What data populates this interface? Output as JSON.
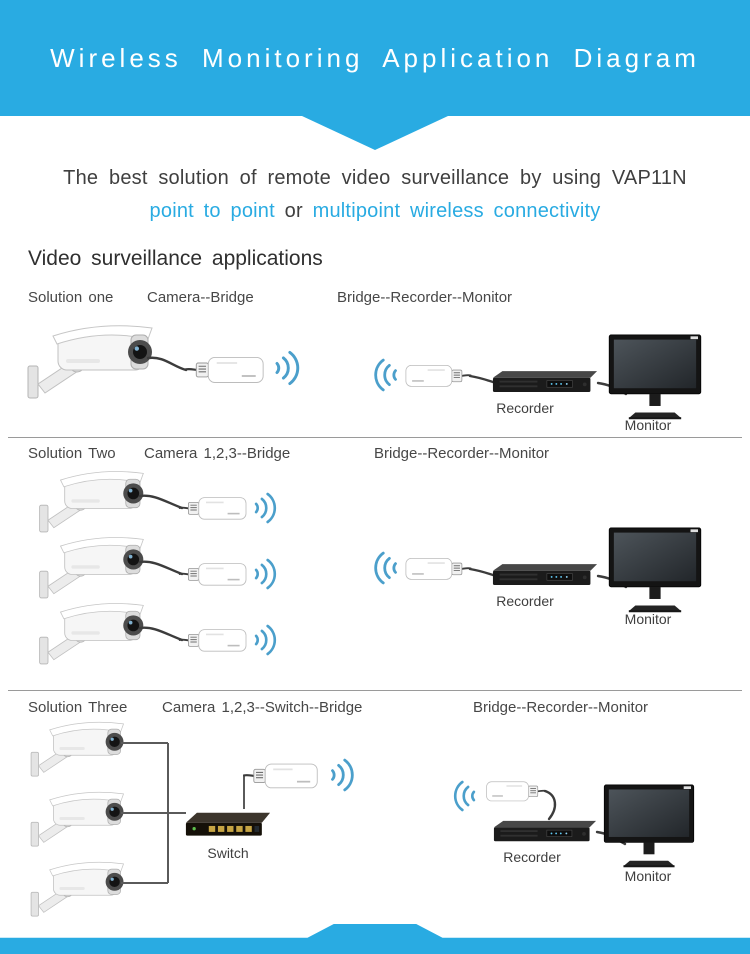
{
  "header": {
    "title": "Wireless Monitoring Application Diagram"
  },
  "intro": {
    "line1": "The best solution of remote video surveillance by using VAP11N",
    "highlight1": "point to point",
    "conjunction": "or",
    "highlight2": "multipoint wireless connectivity"
  },
  "section_title": "Video surveillance applications",
  "solutions": [
    {
      "name": "Solution one",
      "left_label": "Camera--Bridge",
      "right_label": "Bridge--Recorder--Monitor",
      "recorder": "Recorder",
      "monitor": "Monitor"
    },
    {
      "name": "Solution Two",
      "left_label": "Camera 1,2,3--Bridge",
      "right_label": "Bridge--Recorder--Monitor",
      "recorder": "Recorder",
      "monitor": "Monitor"
    },
    {
      "name": "Solution Three",
      "left_label": "Camera 1,2,3--Switch--Bridge",
      "right_label": "Bridge--Recorder--Monitor",
      "switch": "Switch",
      "recorder": "Recorder",
      "monitor": "Monitor"
    }
  ],
  "icons": [
    "camera-icon",
    "bridge-icon",
    "wifi-waves-icon",
    "recorder-icon",
    "monitor-icon",
    "switch-icon"
  ],
  "colors": {
    "accent": "#29abe2",
    "wave": "#4b9fcb",
    "text_dark": "#3f3f3f"
  }
}
